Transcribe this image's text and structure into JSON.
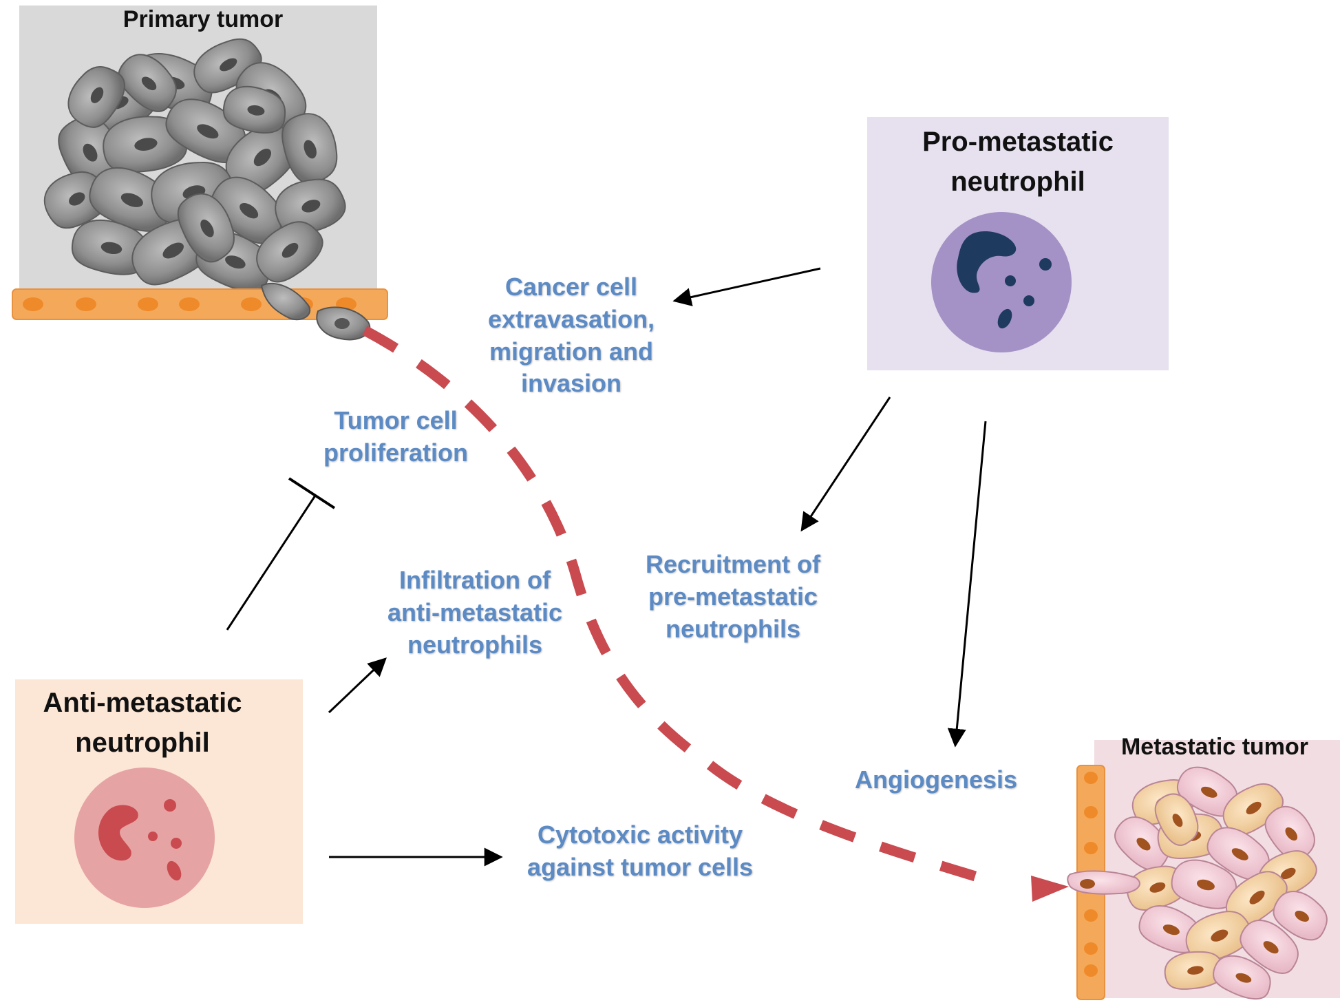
{
  "colors": {
    "primary_panel": "#d9d9d9",
    "pro_panel": "#e6e0ef",
    "anti_panel": "#fce6d6",
    "metastatic_panel": "#f1dde2",
    "vessel": "#f4a95a",
    "path_dashes": "#c94a4f",
    "label_text": "#5b8ac4",
    "pro_cell": "#a491c6",
    "pro_nucleus": "#1f3a5f",
    "anti_cell": "#e6a3a3",
    "anti_nucleus": "#c94a4f"
  },
  "icons": [
    "tumor-cell-cluster-icon",
    "blood-vessel-icon",
    "neutrophil-icon",
    "arrow-icon",
    "inhibition-bar-icon"
  ],
  "panels": {
    "primary_tumor": {
      "title": "Primary tumor"
    },
    "pro_metastatic": {
      "title_lines": [
        "Pro-metastatic",
        "neutrophil"
      ]
    },
    "anti_metastatic": {
      "title_lines": [
        "Anti-metastatic",
        "neutrophil"
      ]
    },
    "metastatic_tumor": {
      "title": "Metastatic tumor"
    }
  },
  "labels": {
    "extravasation": [
      "Cancer cell",
      "extravasation,",
      "migration and",
      "invasion"
    ],
    "proliferation": [
      "Tumor cell",
      "proliferation"
    ],
    "infiltration": [
      "Infiltration of",
      "anti-metastatic",
      "neutrophils"
    ],
    "recruitment": [
      "Recruitment of",
      "pre-metastatic",
      "neutrophils"
    ],
    "angiogenesis": "Angiogenesis",
    "cytotoxic": [
      "Cytotoxic activity",
      "against tumor cells"
    ]
  }
}
